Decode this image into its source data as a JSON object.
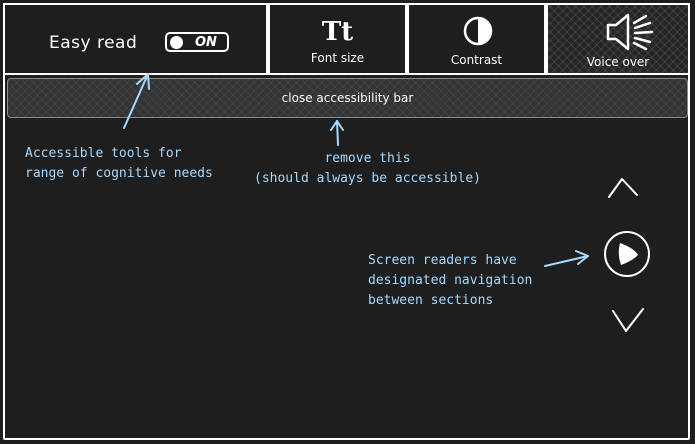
{
  "toolbar": {
    "easy_read": {
      "label": "Easy read",
      "toggle_state": "ON",
      "toggle_on": true
    },
    "font_size": {
      "icon_text": "Tt",
      "label": "Font size",
      "icon": "font-size-icon"
    },
    "contrast": {
      "label": "Contrast",
      "icon": "contrast-icon"
    },
    "voice_over": {
      "label": "Voice over",
      "icon": "speaker-icon"
    }
  },
  "close_bar": {
    "label": "close accessibility bar"
  },
  "annotations": {
    "tools": "Accessible tools for\nrange of cognitive needs",
    "remove": "remove this\n(should always be accessible)",
    "screen_readers": "Screen readers have\ndesignated navigation\nbetween sections"
  },
  "section_nav": {
    "up_icon": "chevron-up-icon",
    "play_icon": "play-icon",
    "down_icon": "chevron-down-icon"
  },
  "colors": {
    "background": "#1e1e1e",
    "foreground": "#ffffff",
    "annotation": "#a5d8ff"
  }
}
